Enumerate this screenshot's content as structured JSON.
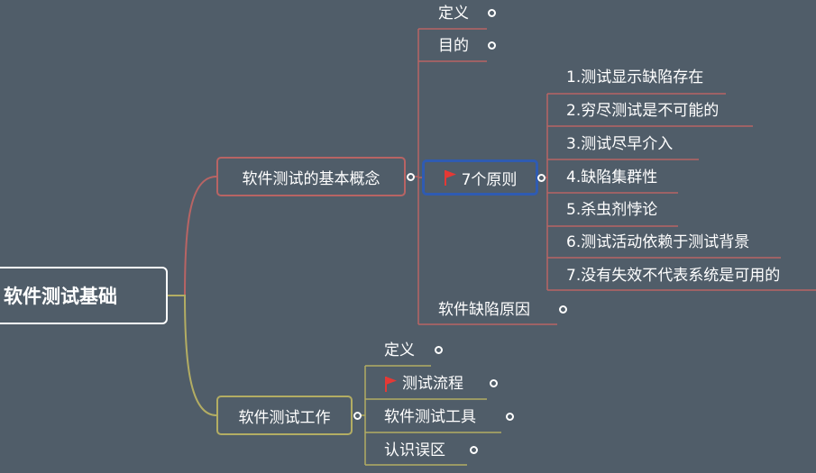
{
  "root": {
    "label": "软件测试基础"
  },
  "branch_concepts": {
    "label": "软件测试的基本概念",
    "children": {
      "definition": "定义",
      "purpose": "目的",
      "principles": {
        "label": "7个原则",
        "flag": "red-flag-icon",
        "items": [
          "1.测试显示缺陷存在",
          "2.穷尽测试是不可能的",
          "3.测试尽早介入",
          "4.缺陷集群性",
          "5.杀虫剂悖论",
          "6.测试活动依赖于测试背景",
          "7.没有失效不代表系统是可用的"
        ]
      },
      "defect_causes": "软件缺陷原因"
    }
  },
  "branch_work": {
    "label": "软件测试工作",
    "children": {
      "definition": "定义",
      "process": {
        "label": "测试流程",
        "flag": "red-flag-icon"
      },
      "tools": "软件测试工具",
      "misconceptions": "认识误区"
    }
  },
  "colors": {
    "background": "#505d69",
    "branch_red": "#b86464",
    "branch_olive": "#b3ad63",
    "selection_blue": "#2f5bb2",
    "flag_red": "#e53935"
  }
}
